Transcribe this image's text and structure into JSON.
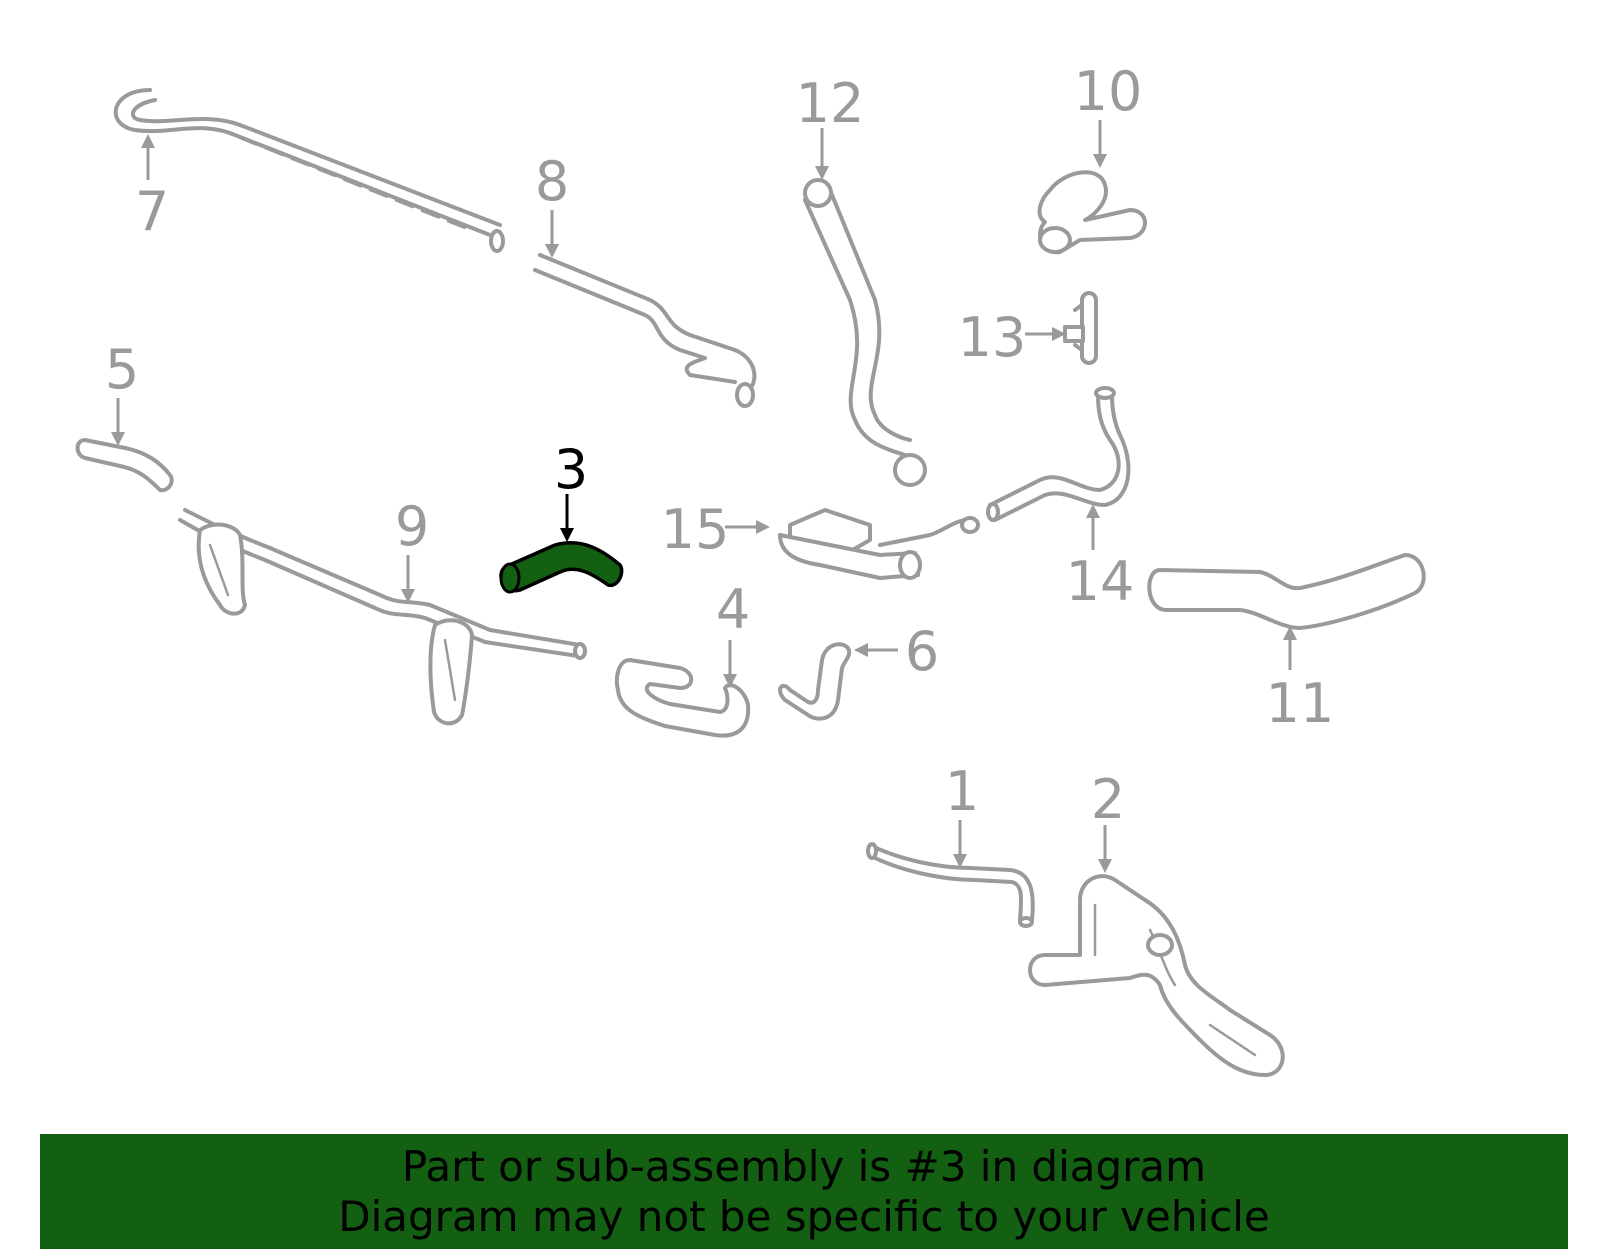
{
  "callouts": [
    {
      "id": "1",
      "label": "1"
    },
    {
      "id": "2",
      "label": "2"
    },
    {
      "id": "3",
      "label": "3"
    },
    {
      "id": "4",
      "label": "4"
    },
    {
      "id": "5",
      "label": "5"
    },
    {
      "id": "6",
      "label": "6"
    },
    {
      "id": "7",
      "label": "7"
    },
    {
      "id": "8",
      "label": "8"
    },
    {
      "id": "9",
      "label": "9"
    },
    {
      "id": "10",
      "label": "10"
    },
    {
      "id": "11",
      "label": "11"
    },
    {
      "id": "12",
      "label": "12"
    },
    {
      "id": "13",
      "label": "13"
    },
    {
      "id": "14",
      "label": "14"
    },
    {
      "id": "15",
      "label": "15"
    }
  ],
  "highlighted_part": "3",
  "colors": {
    "part_outline": "#9a9a9a",
    "highlight_fill": "#136013",
    "banner_background": "#136013",
    "banner_text": "#000000"
  },
  "banner": {
    "line1": "Part or sub-assembly is #3 in diagram",
    "line2": "Diagram may not be specific to your vehicle"
  }
}
